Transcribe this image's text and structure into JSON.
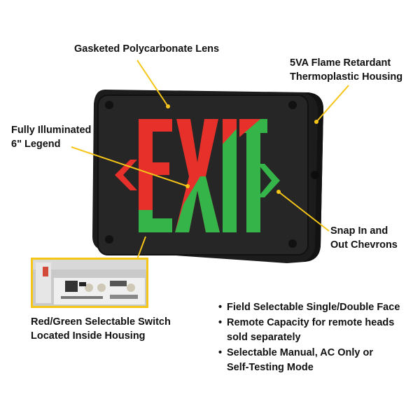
{
  "callouts": {
    "lens": "Gasketed Polycarbonate Lens",
    "housing_line1": "5VA Flame Retardant",
    "housing_line2": "Thermoplastic Housing",
    "legend_line1": "Fully Illuminated",
    "legend_line2": "6\" Legend",
    "chevrons_line1": "Snap In and",
    "chevrons_line2": "Out Chevrons",
    "switch_line1": "Red/Green Selectable Switch",
    "switch_line2": "Located Inside Housing"
  },
  "features": [
    {
      "bullet": "•",
      "text": "Field Selectable Single/Double Face"
    },
    {
      "bullet": "•",
      "text": "Remote Capacity for remote heads sold separately"
    },
    {
      "bullet": "•",
      "text": "Selectable Manual, AC Only or Self-Testing Mode"
    }
  ],
  "sign": {
    "legend_text": "EXIT",
    "colors": {
      "housing": "#1c1c1c",
      "lens": "#262626",
      "red": "#e8302a",
      "green": "#35b44a",
      "callout_line": "#f5c518"
    }
  }
}
